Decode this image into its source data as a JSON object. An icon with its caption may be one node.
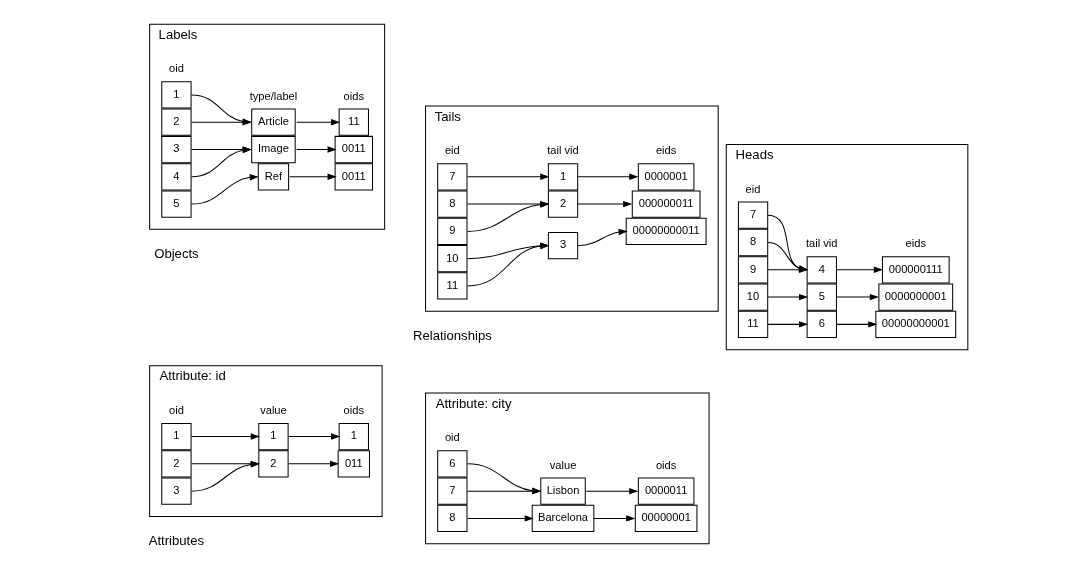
{
  "diagram": {
    "nodes": [
      {
        "text": [
          "Attribute: id"
        ]
      },
      {
        "text": [
          "1"
        ],
        "in": 0
      },
      {
        "text": [
          "2"
        ],
        "in": 0
      },
      {
        "text": [
          "3"
        ],
        "in": 0
      },
      {
        "text": [
          "1"
        ],
        "in": 0
      },
      {
        "text": [
          "2"
        ],
        "in": 0
      },
      {
        "text": [
          "1"
        ],
        "in": 0
      },
      {
        "text": [
          "011"
        ],
        "in": 0
      },
      {
        "text": [
          "Attribute: city"
        ]
      },
      {
        "text": [
          "6"
        ],
        "in": 8
      },
      {
        "text": [
          "7"
        ],
        "in": 8
      },
      {
        "text": [
          "8"
        ],
        "in": 8
      },
      {
        "text": [
          "Lisbon"
        ],
        "in": 8
      },
      {
        "text": [
          "Barcelona"
        ],
        "in": 8
      },
      {
        "text": [
          "0000011"
        ],
        "in": 8
      },
      {
        "text": [
          "00000001"
        ],
        "in": 8
      },
      {
        "text": [
          "Labels"
        ]
      },
      {
        "text": [
          "1"
        ],
        "in": 16
      },
      {
        "text": [
          "2"
        ],
        "in": 16
      },
      {
        "text": [
          "3"
        ],
        "in": 16
      },
      {
        "text": [
          "4"
        ],
        "in": 16
      },
      {
        "text": [
          "5"
        ],
        "in": 16
      },
      {
        "text": [
          "Article"
        ],
        "in": 16
      },
      {
        "text": [
          "Image"
        ],
        "in": 16
      },
      {
        "text": [
          "Ref"
        ],
        "in": 16
      },
      {
        "text": [
          "11"
        ],
        "in": 16
      },
      {
        "text": [
          "0011"
        ],
        "in": 16
      },
      {
        "text": [
          "0011"
        ],
        "in": 16
      },
      {
        "text": [
          "Tails"
        ]
      },
      {
        "text": [
          "7"
        ],
        "in": 28
      },
      {
        "text": [
          "8"
        ],
        "in": 28
      },
      {
        "text": [
          "9"
        ],
        "in": 28
      },
      {
        "text": [
          "10"
        ],
        "in": 28
      },
      {
        "text": [
          "11"
        ],
        "in": 28
      },
      {
        "text": [
          "1"
        ],
        "in": 28
      },
      {
        "text": [
          "2"
        ],
        "in": 28
      },
      {
        "text": [
          "3"
        ],
        "in": 28
      },
      {
        "text": [
          "0000001"
        ],
        "in": 28
      },
      {
        "text": [
          "000000011"
        ],
        "in": 28
      },
      {
        "text": [
          "00000000011"
        ],
        "in": 28
      },
      {
        "text": [
          "Heads"
        ]
      },
      {
        "text": [
          "7"
        ],
        "in": 40
      },
      {
        "text": [
          "8"
        ],
        "in": 40
      },
      {
        "text": [
          "9"
        ],
        "in": 40
      },
      {
        "text": [
          "10"
        ],
        "in": 40
      },
      {
        "text": [
          "11"
        ],
        "in": 40
      },
      {
        "text": [
          "4"
        ],
        "in": 40
      },
      {
        "text": [
          "5"
        ],
        "in": 40
      },
      {
        "text": [
          "6"
        ],
        "in": 40
      },
      {
        "text": [
          "000000111"
        ],
        "in": 40
      },
      {
        "text": [
          "0000000001"
        ],
        "in": 40
      },
      {
        "text": [
          "00000000001"
        ],
        "in": 40
      }
    ],
    "edges": [
      {
        "from": 1,
        "to": 4,
        "arrow": "to"
      },
      {
        "from": 2,
        "to": 5,
        "arrow": "to"
      },
      {
        "from": 3,
        "to": 5,
        "arrow": "to"
      },
      {
        "from": 4,
        "to": 6,
        "arrow": "to"
      },
      {
        "from": 5,
        "to": 7,
        "arrow": "to"
      },
      {
        "from": 9,
        "to": 12,
        "arrow": "to"
      },
      {
        "from": 10,
        "to": 12,
        "arrow": "to"
      },
      {
        "from": 11,
        "to": 13,
        "arrow": "to"
      },
      {
        "from": 12,
        "to": 14,
        "arrow": "to"
      },
      {
        "from": 13,
        "to": 15,
        "arrow": "to"
      },
      {
        "from": 17,
        "to": 22,
        "arrow": "to"
      },
      {
        "from": 18,
        "to": 22,
        "arrow": "to"
      },
      {
        "from": 19,
        "to": 23,
        "arrow": "to"
      },
      {
        "from": 20,
        "to": 23,
        "arrow": "to"
      },
      {
        "from": 21,
        "to": 24,
        "arrow": "to"
      },
      {
        "from": 22,
        "to": 25,
        "arrow": "to"
      },
      {
        "from": 23,
        "to": 26,
        "arrow": "to"
      },
      {
        "from": 24,
        "to": 27,
        "arrow": "to"
      },
      {
        "from": 29,
        "to": 34,
        "arrow": "to"
      },
      {
        "from": 30,
        "to": 35,
        "arrow": "to"
      },
      {
        "from": 31,
        "to": 35,
        "arrow": "to"
      },
      {
        "from": 32,
        "to": 36,
        "arrow": "to"
      },
      {
        "from": 33,
        "to": 36,
        "arrow": "to"
      },
      {
        "from": 34,
        "to": 37,
        "arrow": "to"
      },
      {
        "from": 35,
        "to": 38,
        "arrow": "to"
      },
      {
        "from": 36,
        "to": 39,
        "arrow": "to"
      },
      {
        "from": 41,
        "to": 46,
        "arrow": "to"
      },
      {
        "from": 42,
        "to": 46,
        "arrow": "to"
      },
      {
        "from": 43,
        "to": 46,
        "arrow": "to"
      },
      {
        "from": 44,
        "to": 47,
        "arrow": "to"
      },
      {
        "from": 45,
        "to": 48,
        "arrow": "to"
      },
      {
        "from": 46,
        "to": 49,
        "arrow": "to"
      },
      {
        "from": 47,
        "to": 50,
        "arrow": "to"
      },
      {
        "from": 48,
        "to": 51,
        "arrow": "to"
      }
    ],
    "labels": [
      "Attributes",
      "oid",
      "value",
      "oids",
      "oid",
      "value",
      "oids",
      "Objects",
      "Relationships",
      "oid",
      "type/label",
      "oids",
      "eid",
      "tail vid",
      "eids",
      "eid",
      "tail vid",
      "eids"
    ]
  }
}
